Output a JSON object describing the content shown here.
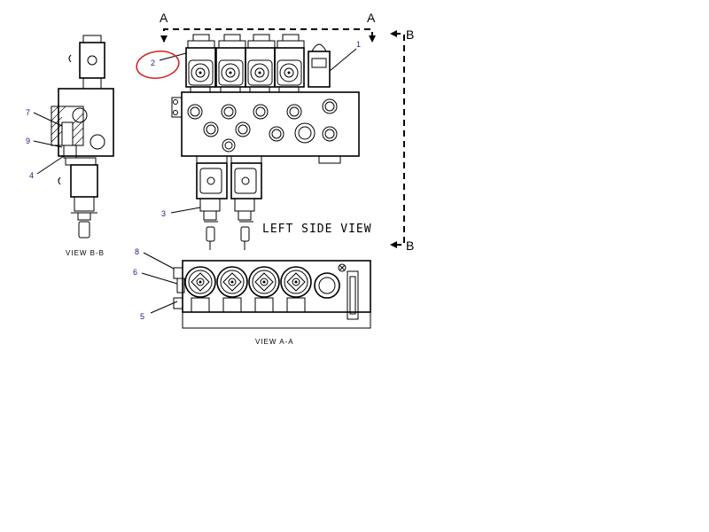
{
  "labels": {
    "left_side_view": "LEFT SIDE VIEW",
    "view_bb": "VIEW B-B",
    "view_aa": "VIEW A-A",
    "section_a_left": "A",
    "section_a_right": "A",
    "section_b_top": "B",
    "section_b_bottom": "B"
  },
  "callouts": {
    "c1": "1",
    "c2": "2",
    "c3": "3",
    "c4": "4",
    "c5": "5",
    "c6": "6",
    "c7": "7",
    "c8": "8",
    "c9": "9"
  },
  "colors": {
    "line": "#000000",
    "callout_text": "#1a1a8c",
    "highlight_circle": "#d42020"
  }
}
